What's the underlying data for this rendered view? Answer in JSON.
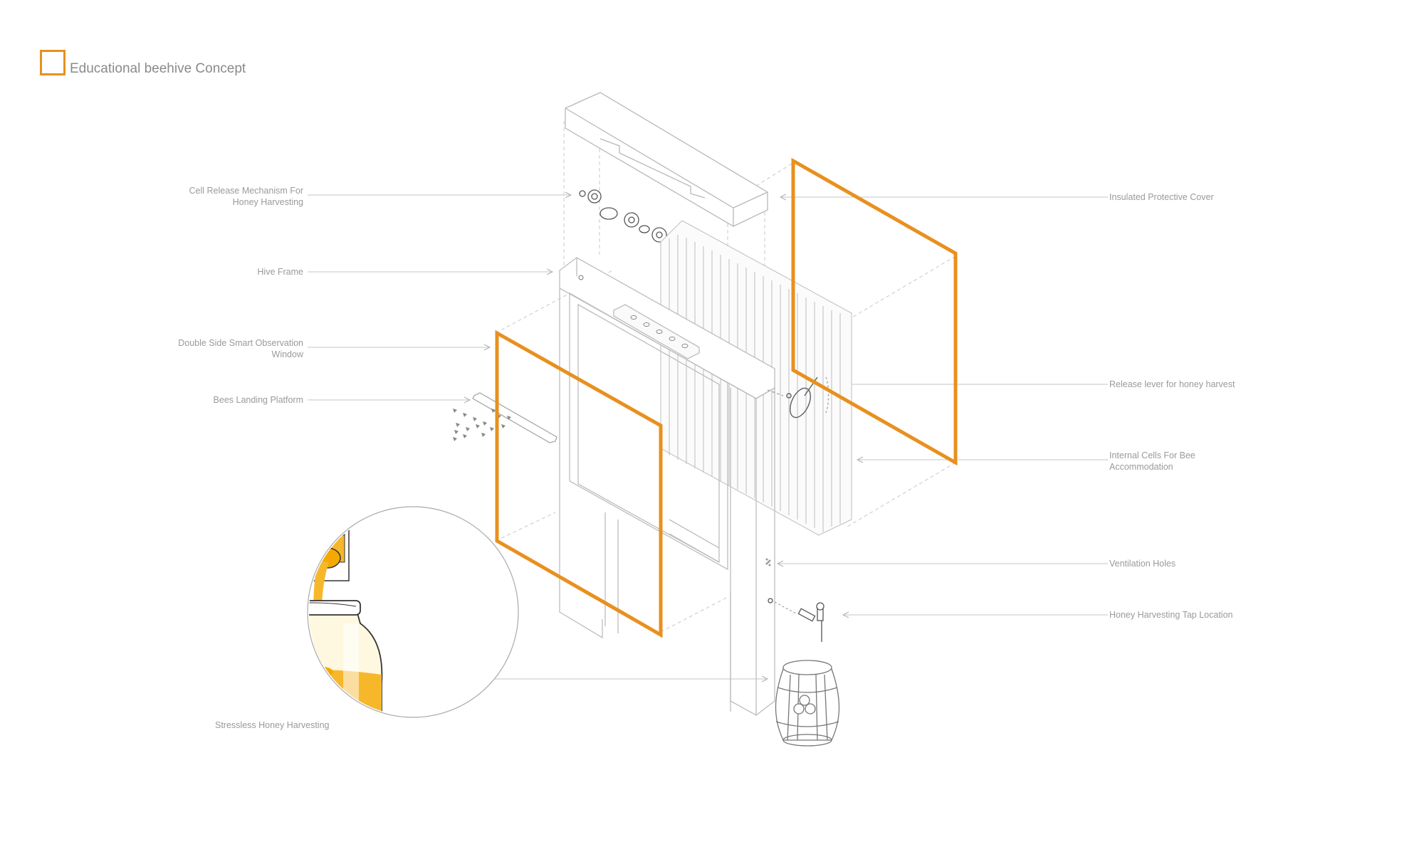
{
  "header": {
    "title": "Educational beehive Concept"
  },
  "labels": {
    "cell_release": [
      "Cell Release Mechanism For",
      "Honey Harvesting"
    ],
    "hive_frame": "Hive Frame",
    "observation_window": [
      "Double Side Smart Observation",
      "Window"
    ],
    "landing_platform": "Bees Landing Platform",
    "stressless": "Stressless Honey Harvesting",
    "protective_cover": "Insulated Protective Cover",
    "release_lever": "Release lever for honey harvest",
    "internal_cells": [
      "Internal Cells For Bee",
      "Accommodation"
    ],
    "ventilation": "Ventilation Holes",
    "tap_location": "Honey Harvesting Tap Location"
  },
  "colors": {
    "accent": "#e8901e",
    "honey": "#f7b72a",
    "line": "#b8b8b8",
    "text": "#9a9a9a"
  }
}
